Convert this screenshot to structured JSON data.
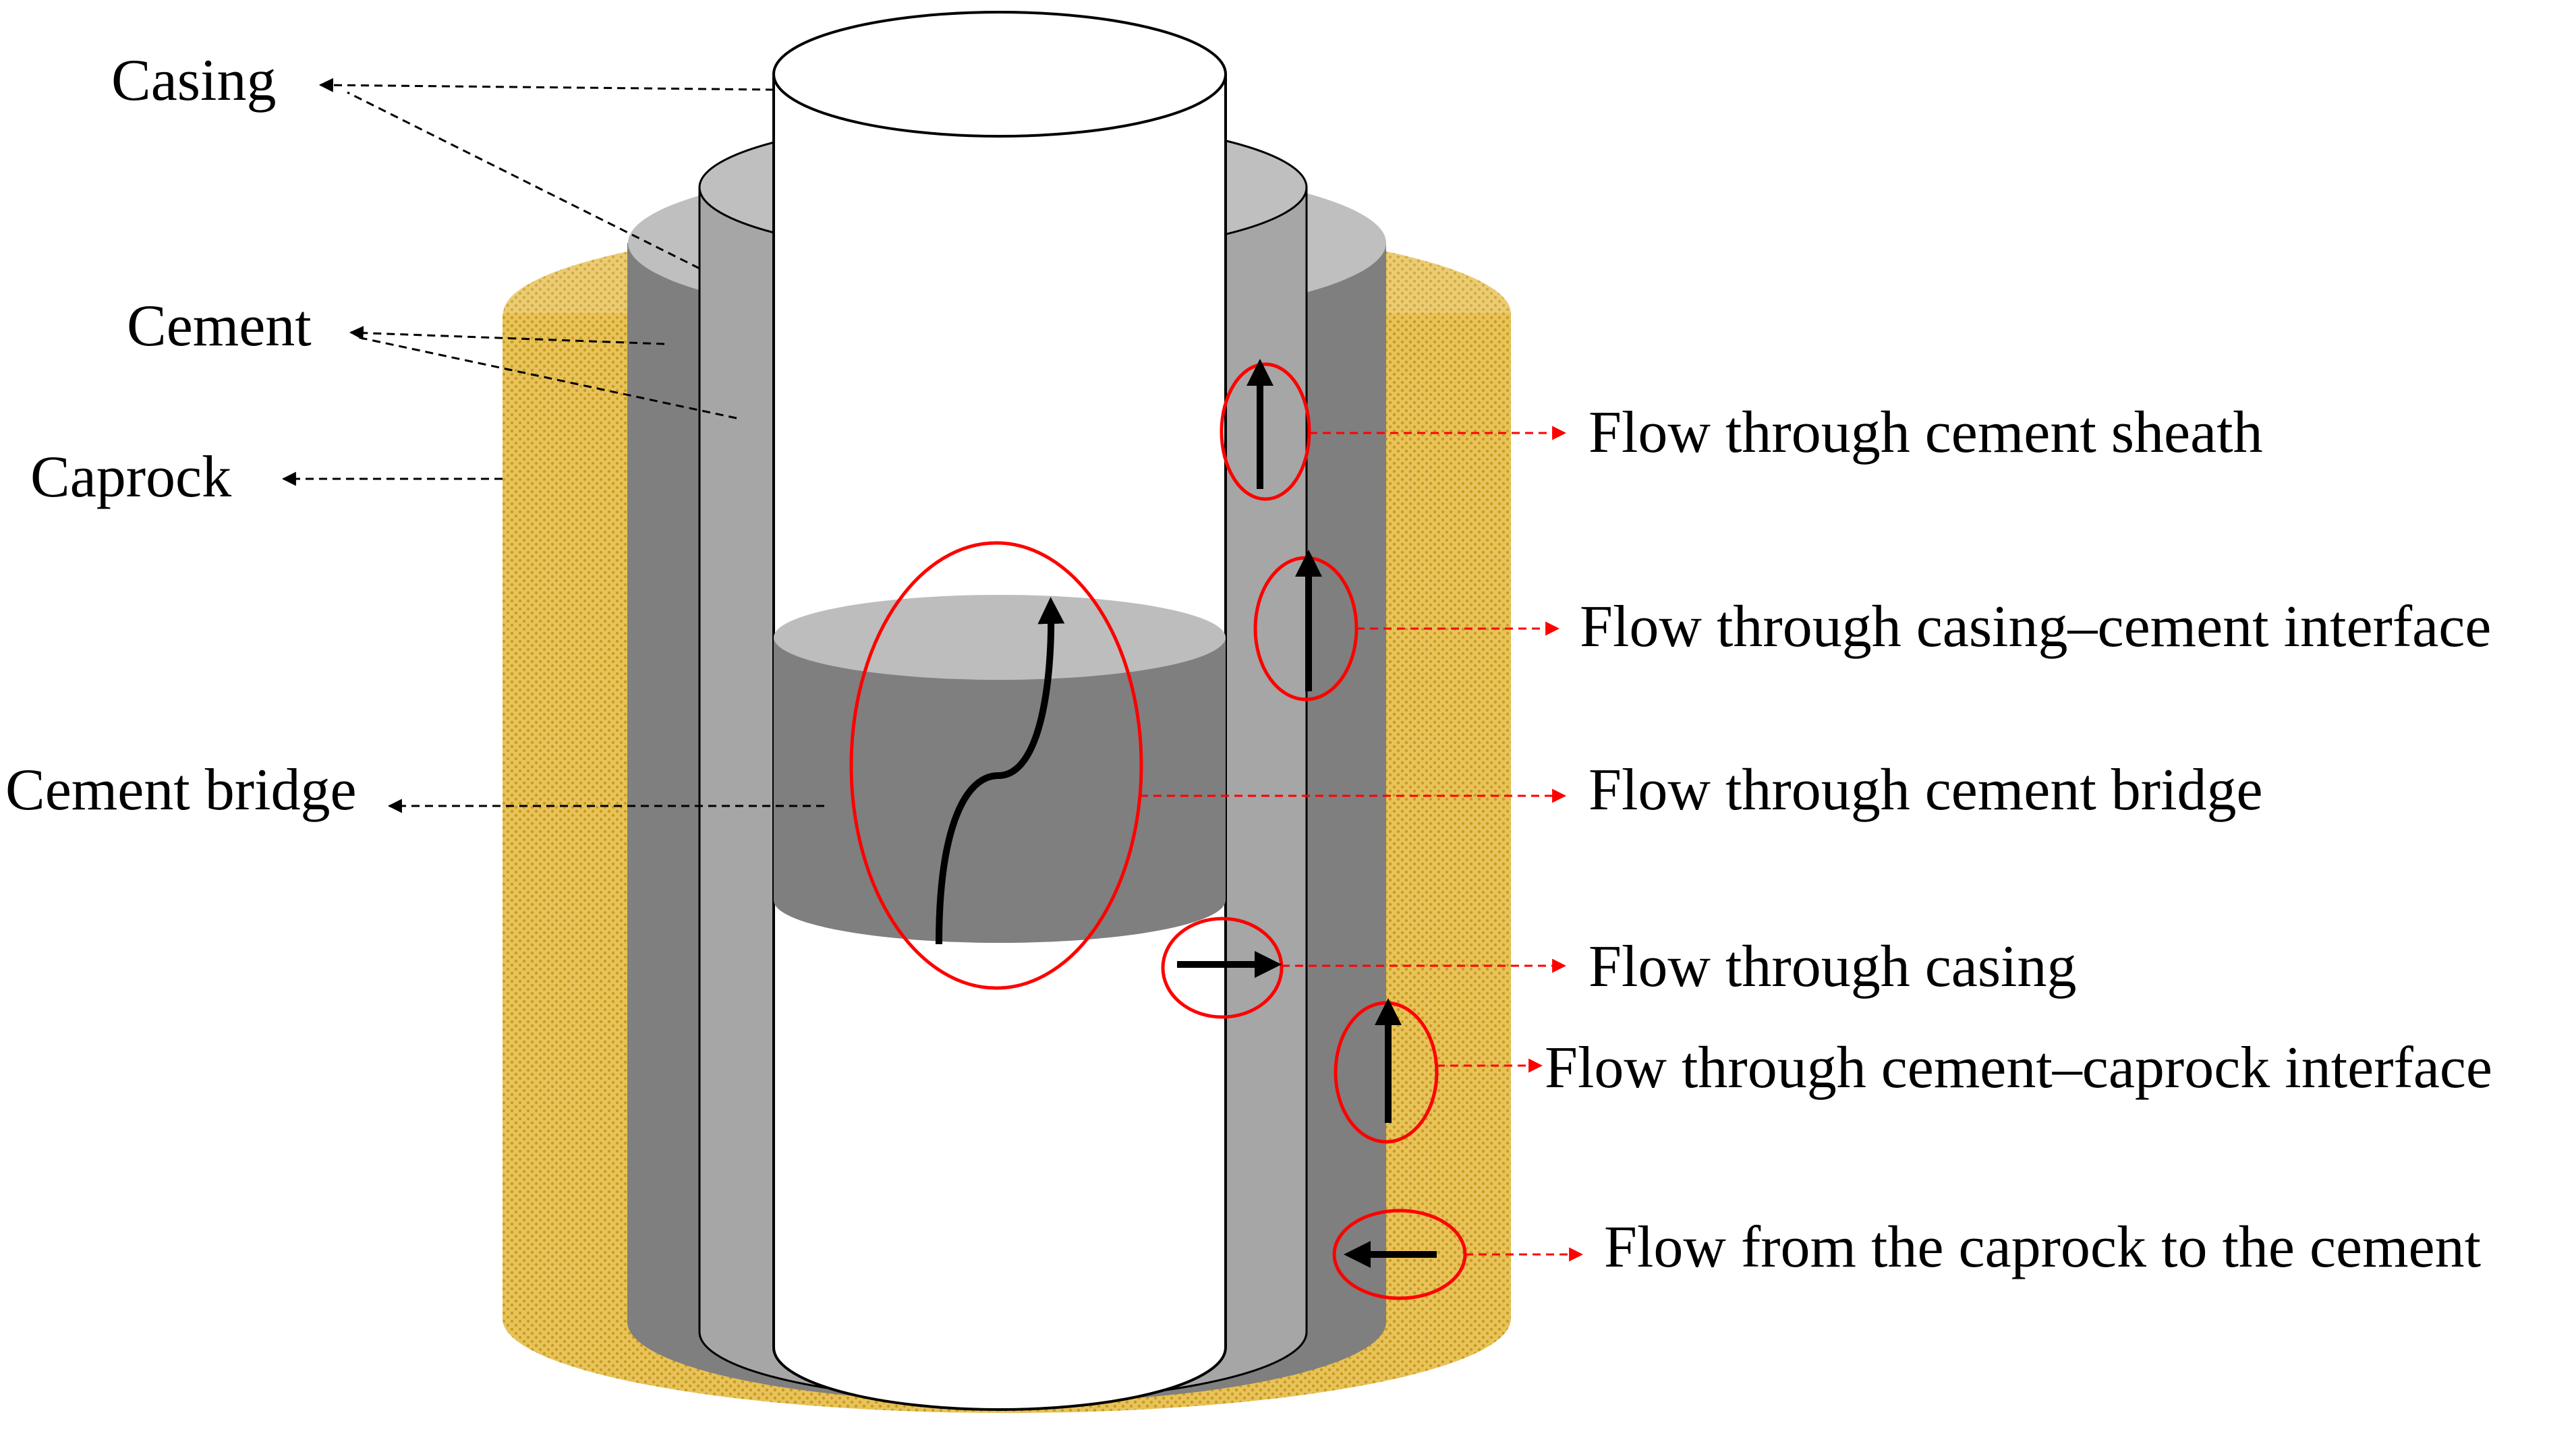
{
  "labels": {
    "casing": "Casing",
    "cement": "Cement",
    "caprock": "Caprock",
    "cement_bridge": "Cement bridge"
  },
  "pathways": [
    "Flow through cement sheath",
    "Flow through casing–cement interface",
    "Flow through cement bridge",
    "Flow through casing",
    "Flow through cement–caprock interface",
    "Flow from the caprock to the cement"
  ],
  "colors": {
    "caprock_fill": "#E8C25A",
    "caprock_dots": "#C89C1C",
    "cement_outer": "#7F7F7F",
    "cement_outer_top": "#BFBFBF",
    "casing_annulus": "#A6A6A6",
    "bridge_side": "#7F7F7F",
    "bridge_top": "#BDBDBD",
    "highlight": "#FF0000",
    "leader": "#000000"
  }
}
